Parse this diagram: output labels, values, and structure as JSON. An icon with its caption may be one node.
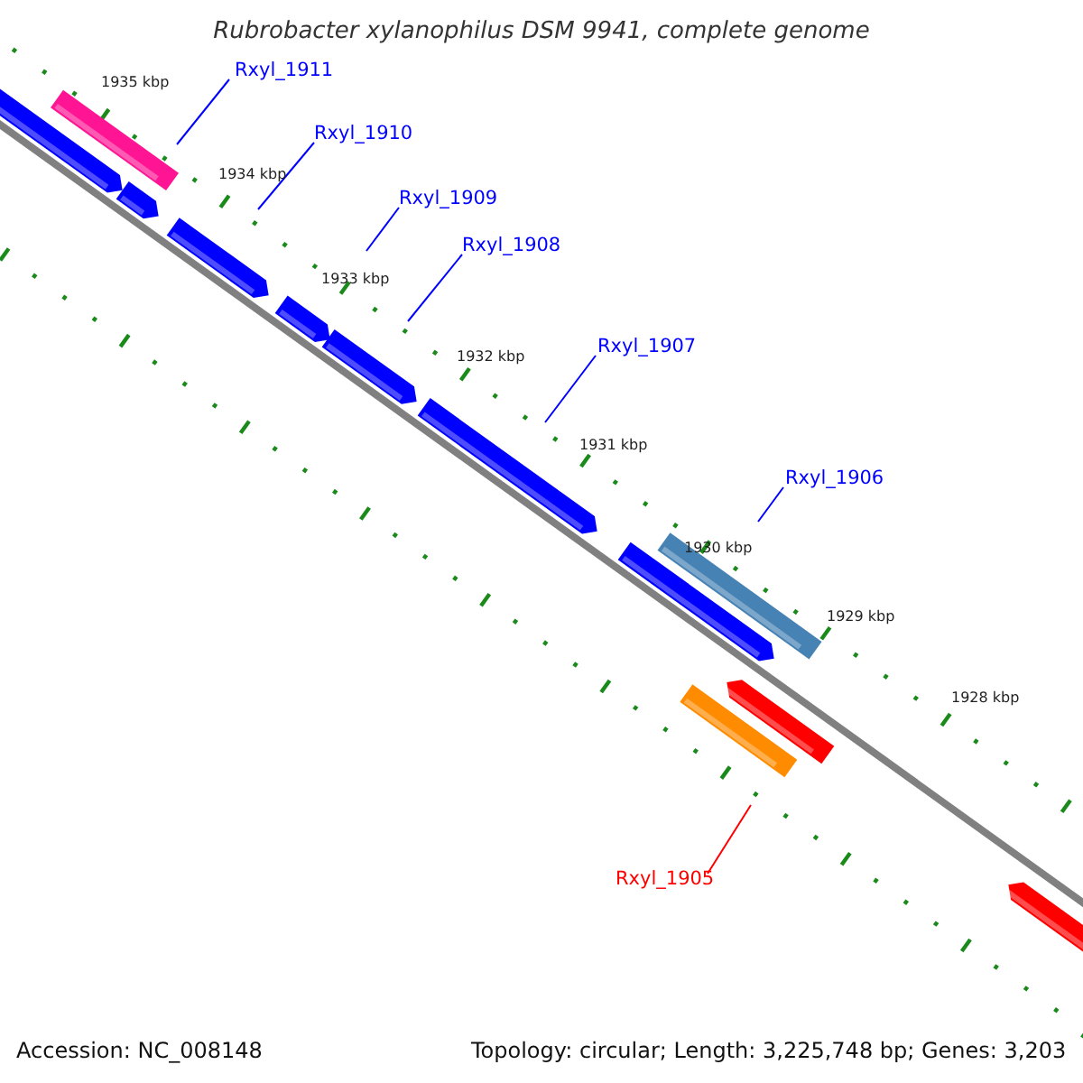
{
  "diagram": {
    "title": "Rubrobacter xylanophilus DSM 9941, complete genome",
    "nodes": [
      {
        "text": [
          "Rxyl_1911"
        ]
      },
      {
        "text": [
          "Rxyl_1910"
        ]
      },
      {
        "text": [
          "Rxyl_1909"
        ]
      },
      {
        "text": [
          "Rxyl_1908"
        ]
      },
      {
        "text": [
          "Rxyl_1907"
        ]
      },
      {
        "text": [
          "Rxyl_1906"
        ]
      },
      {
        "text": [
          "Rxyl_1905"
        ]
      }
    ],
    "edges": [
      {
        "from": 0,
        "to": null,
        "arrow": "none"
      },
      {
        "from": 1,
        "to": null,
        "arrow": "none"
      },
      {
        "from": 2,
        "to": null,
        "arrow": "none"
      },
      {
        "from": 3,
        "to": null,
        "arrow": "none"
      },
      {
        "from": 4,
        "to": null,
        "arrow": "none"
      },
      {
        "from": 5,
        "to": null,
        "arrow": "none"
      },
      {
        "from": 6,
        "to": null,
        "arrow": "none",
        "color": "#ff0000"
      }
    ],
    "labels": [
      "1935 kbp",
      "1934 kbp",
      "1933 kbp",
      "1932 kbp",
      "1931 kbp",
      "1930 kbp",
      "1929 kbp",
      "1928 kbp",
      "Accession: NC_008148",
      "Topology: circular; Length: 3,225,748 bp; Genes: 3,203"
    ]
  }
}
